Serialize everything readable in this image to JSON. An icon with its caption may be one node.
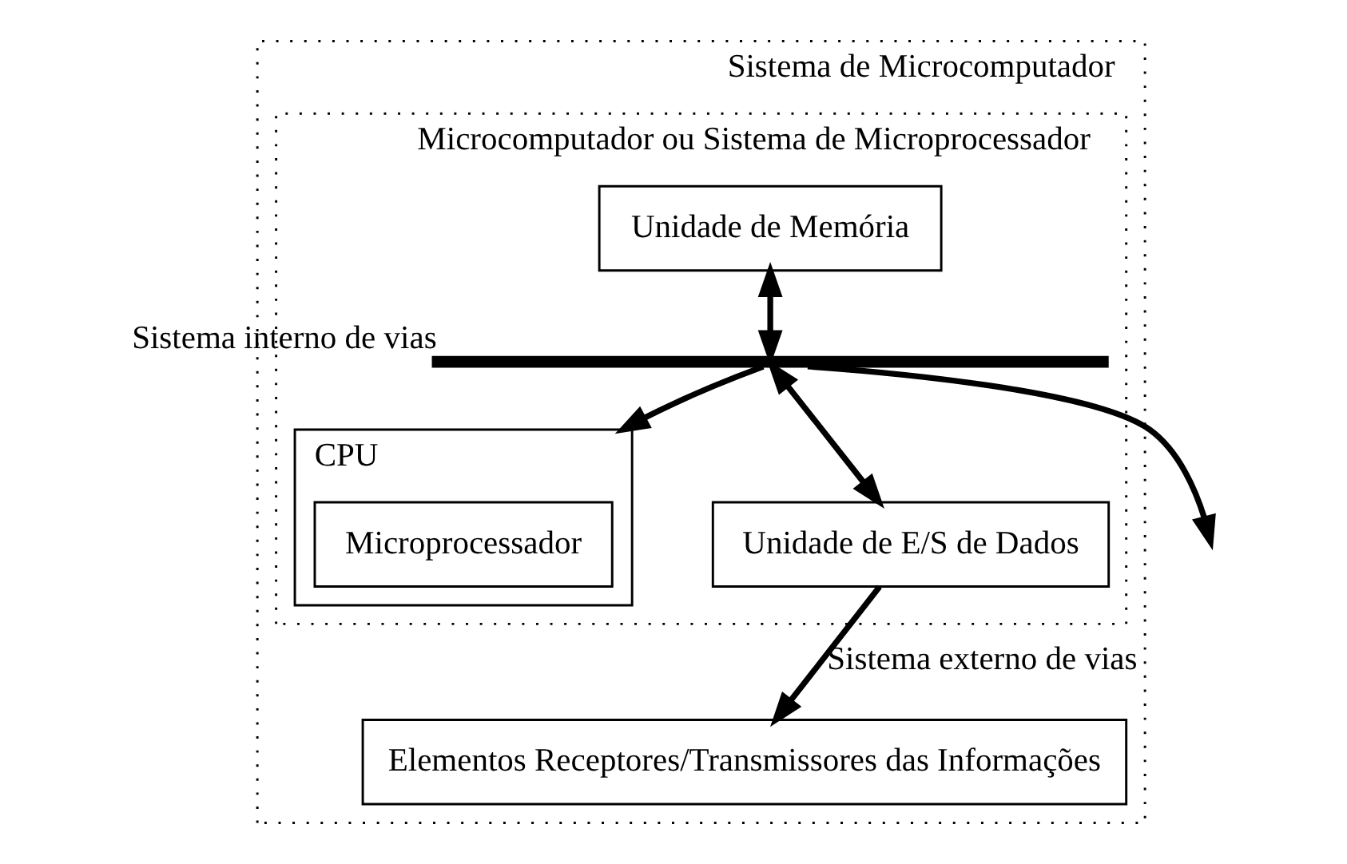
{
  "diagram": {
    "nodes": [
      {
        "text": [
          "Sistema de Microcomputador"
        ]
      },
      {
        "text": [
          "Microcomputador ou Sistema de Microprocessador"
        ],
        "in": 0
      },
      {
        "text": [
          "CPU"
        ],
        "in": 1
      },
      {
        "text": [
          "Microprocessador"
        ],
        "in": 2
      },
      {
        "text": [
          "Unidade de Memória"
        ],
        "in": 1
      },
      {
        "text": [],
        "shape": "bar",
        "beside": [
          "Sistema interno de vias"
        ],
        "in": 1
      },
      {
        "text": [
          "Unidade de E/S de Dados"
        ],
        "in": 1
      },
      {
        "text": [
          "Elementos Receptores/Transmissores das Informações"
        ],
        "in": 0
      }
    ],
    "edges": [
      {
        "from": 5,
        "to": 2,
        "arrow": "to"
      },
      {
        "from": 4,
        "to": 5,
        "arrow": "both"
      },
      {
        "from": 5,
        "to": null,
        "arrow": "to"
      },
      {
        "from": 5,
        "to": 6,
        "arrow": "both"
      },
      {
        "from": 6,
        "to": 7,
        "arrow": "to",
        "label": "Sistema externo de vias"
      }
    ]
  }
}
